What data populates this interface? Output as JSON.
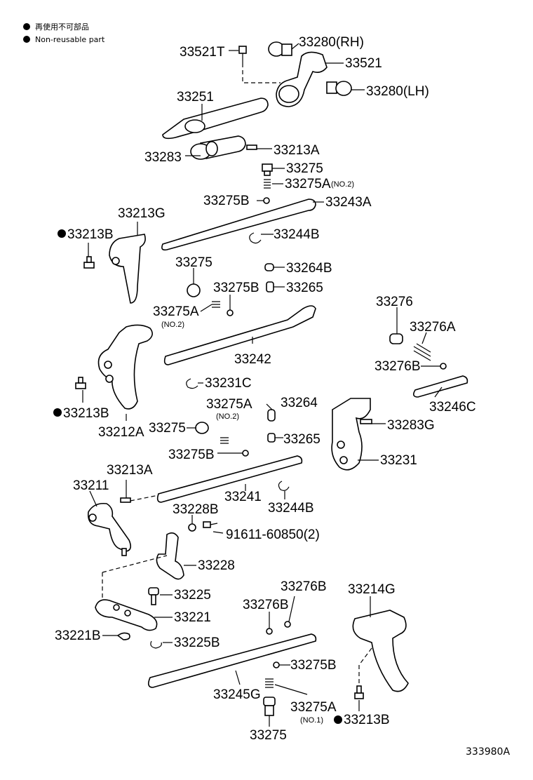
{
  "legend": {
    "line1": "再使用不可部品",
    "line2": "Non-reusable part"
  },
  "figure_code": "333980A",
  "labels": {
    "p33521T": "33521T",
    "p33280RH": "33280(RH)",
    "p33521": "33521",
    "p33280LH": "33280(LH)",
    "p33251": "33251",
    "p33283": "33283",
    "p33213A_1": "33213A",
    "p33275_1": "33275",
    "p33275A_1": "33275A",
    "p33275A_1_note": "(NO.2)",
    "p33275B_1": "33275B",
    "p33243A": "33243A",
    "p33213G": "33213G",
    "p33213B_1": "33213B",
    "p33244B_1": "33244B",
    "p33275_2": "33275",
    "p33264B": "33264B",
    "p33275B_2": "33275B",
    "p33265_1": "33265",
    "p33275A_2": "33275A",
    "p33275A_2_note": "(NO.2)",
    "p33276": "33276",
    "p33276A": "33276A",
    "p33242": "33242",
    "p33276B_1": "33276B",
    "p33231C": "33231C",
    "p33246C": "33246C",
    "p33213B_2": "33213B",
    "p33275A_3": "33275A",
    "p33275A_3_note": "(NO.2)",
    "p33264": "33264",
    "p33283G": "33283G",
    "p33212A": "33212A",
    "p33275_3": "33275",
    "p33265_2": "33265",
    "p33275B_3": "33275B",
    "p33231": "33231",
    "p33213A_2": "33213A",
    "p33211": "33211",
    "p33241": "33241",
    "p33244B_2": "33244B",
    "p33228B": "33228B",
    "p91611": "91611-60850(2)",
    "p33228": "33228",
    "p33276B_2": "33276B",
    "p33214G": "33214G",
    "p33225": "33225",
    "p33276B_3": "33276B",
    "p33221": "33221",
    "p33221B": "33221B",
    "p33225B": "33225B",
    "p33275B_4": "33275B",
    "p33245G": "33245G",
    "p33275A_4": "33275A",
    "p33275A_4_note": "(NO.1)",
    "p33213B_3": "33213B",
    "p33275_4": "33275"
  }
}
